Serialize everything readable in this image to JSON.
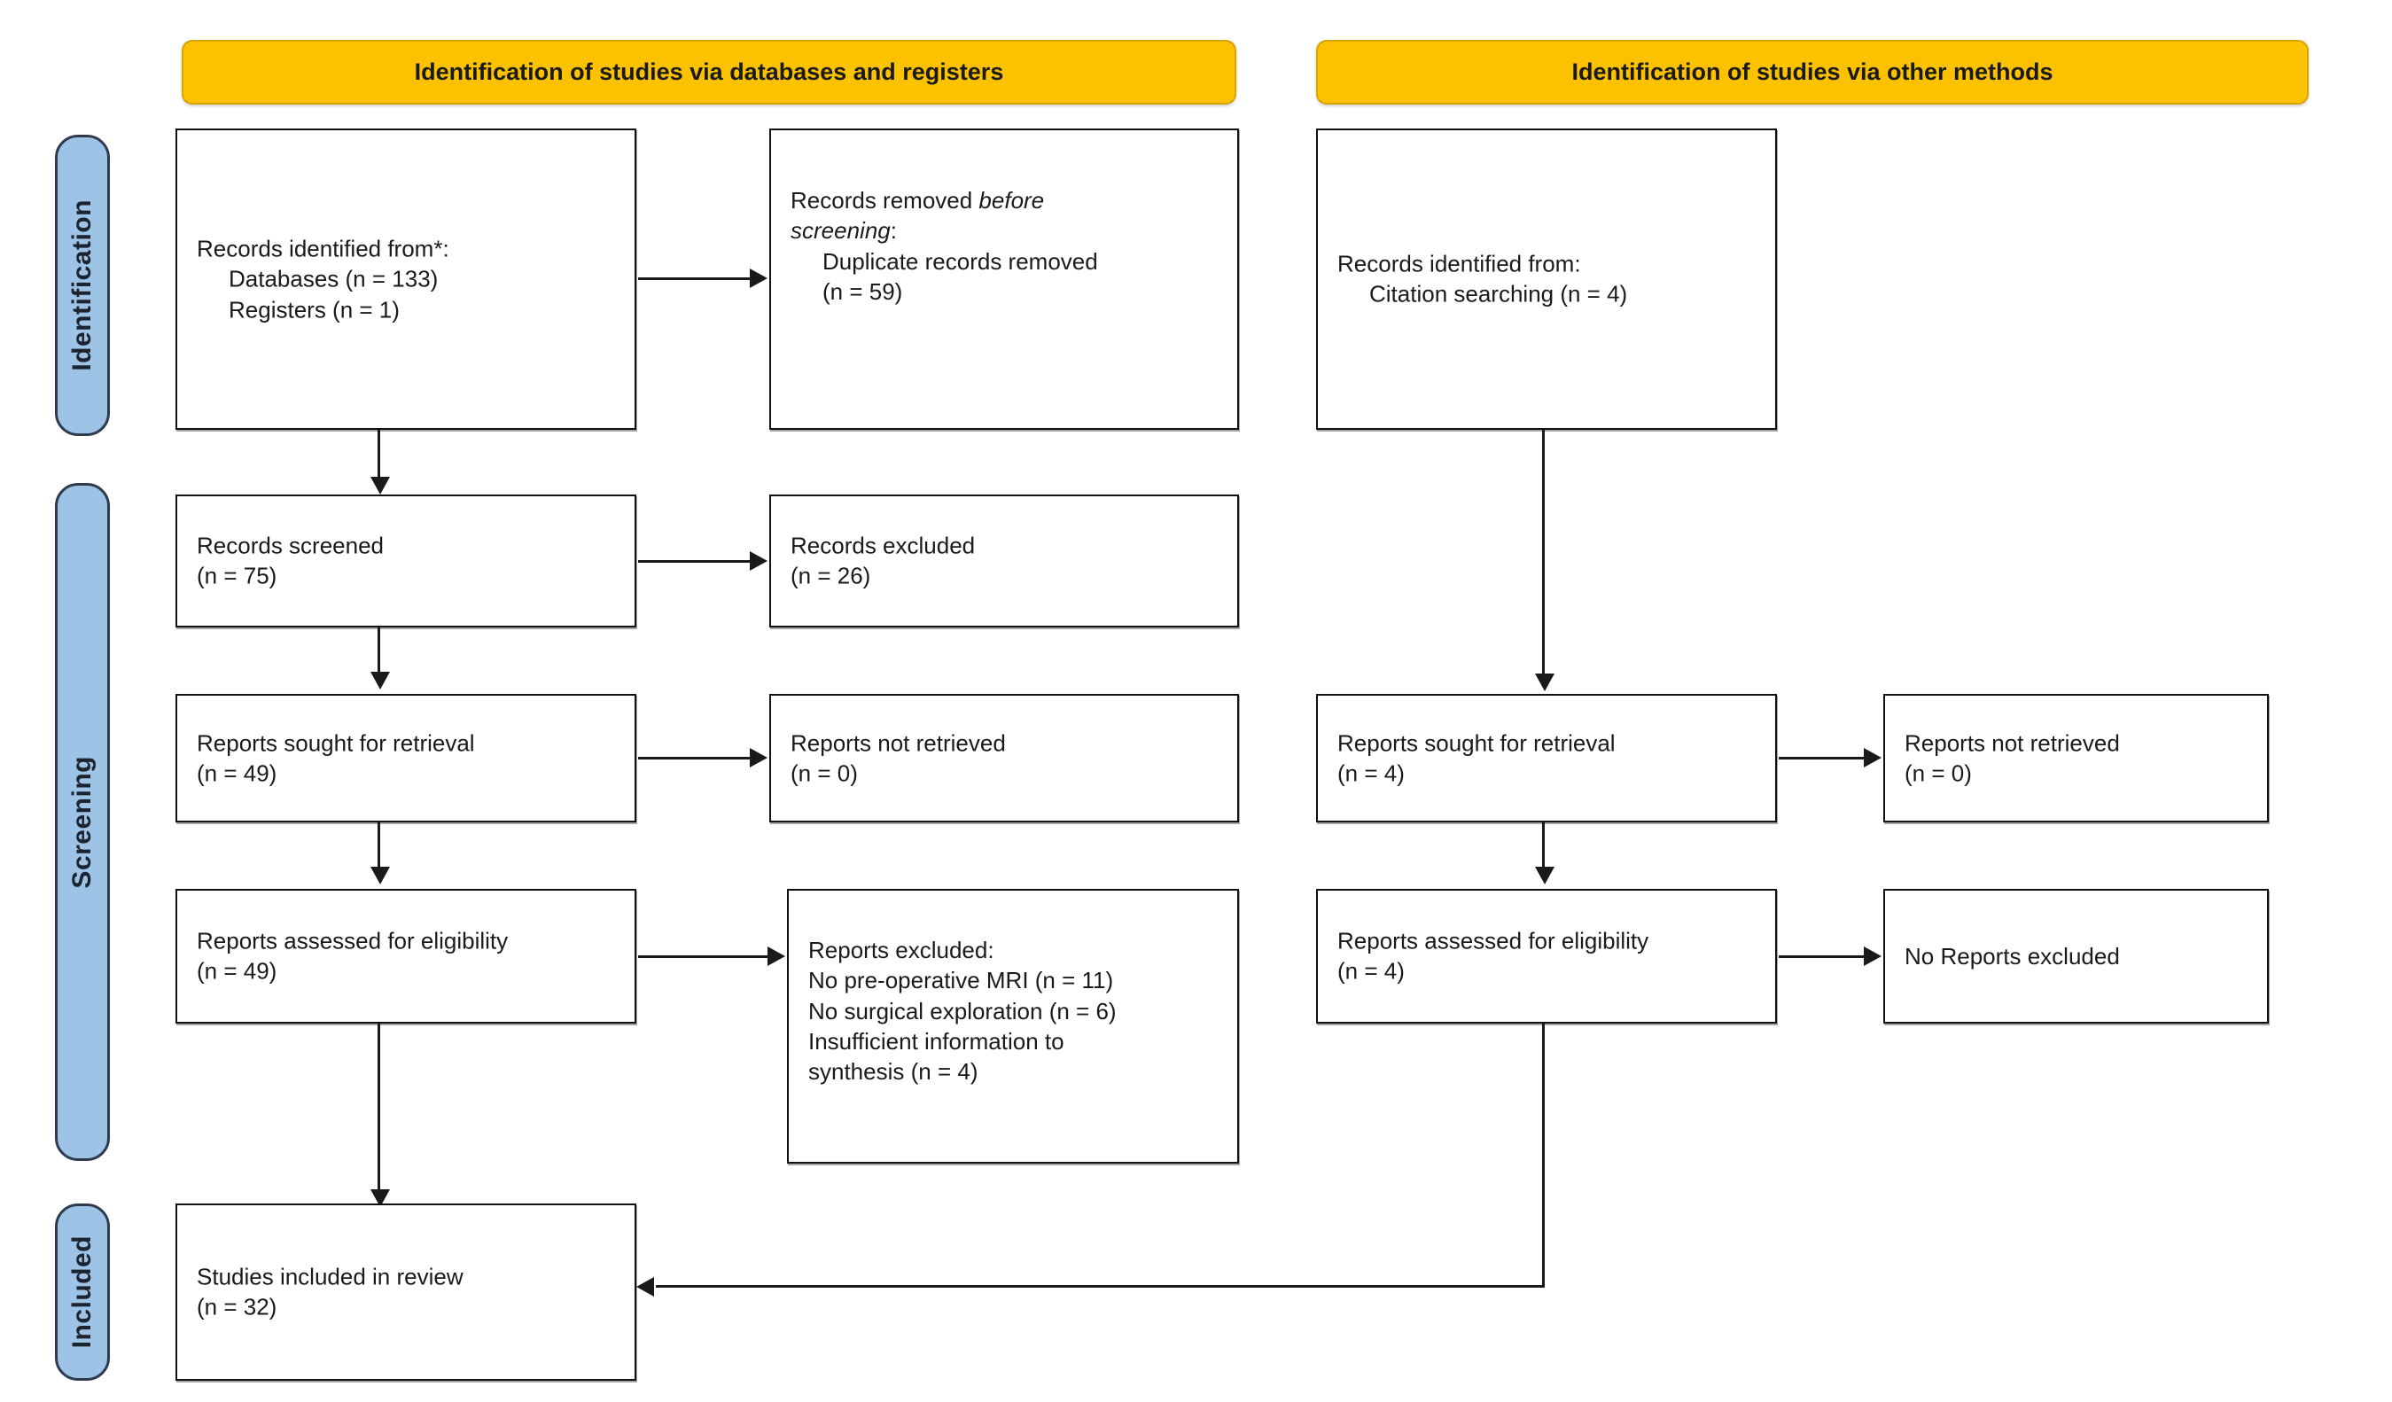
{
  "diagram": {
    "type": "prisma-2020-flow-diagram",
    "stages": [
      {
        "key": "identification",
        "label": "Identification"
      },
      {
        "key": "screening",
        "label": "Screening"
      },
      {
        "key": "included",
        "label": "Included"
      }
    ],
    "headers": [
      {
        "key": "databases",
        "label": "Identification of studies via databases and registers"
      },
      {
        "key": "other",
        "label": "Identification of studies via other methods"
      }
    ],
    "boxes": {
      "records_identified": {
        "line1": "Records identified from*:",
        "line2": "Databases (n = 133)",
        "line3": "Registers (n = 1)"
      },
      "records_removed": {
        "line1_a": "Records removed ",
        "line1_italic": "before",
        "line2_italic": "screening",
        "line2_b": ":",
        "line3": "Duplicate records removed",
        "line4": "(n = 59)"
      },
      "records_screened": {
        "line1": "Records screened",
        "line2": "(n = 75)"
      },
      "records_excluded": {
        "line1": "Records excluded",
        "line2": "(n = 26)"
      },
      "reports_sought": {
        "line1": "Reports sought for retrieval",
        "line2": "(n = 49)"
      },
      "reports_not_retrieved": {
        "line1": "Reports not retrieved",
        "line2": "(n = 0)"
      },
      "reports_assessed": {
        "line1": "Reports assessed for eligibility",
        "line2": "(n = 49)"
      },
      "reports_excluded": {
        "line1": "Reports excluded:",
        "line2": "No pre-operative MRI (n = 11)",
        "line3": "No surgical exploration (n = 6)",
        "line4": "Insufficient information to",
        "line5": "synthesis (n = 4)"
      },
      "studies_included": {
        "line1": "Studies included in review",
        "line2": "(n = 32)"
      },
      "other_records_identified": {
        "line1": "Records identified from:",
        "line2": "Citation searching (n = 4)"
      },
      "other_reports_sought": {
        "line1": "Reports sought for retrieval",
        "line2": "(n = 4)"
      },
      "other_reports_not_retrieved": {
        "line1": "Reports not retrieved",
        "line2": "(n = 0)"
      },
      "other_reports_assessed": {
        "line1": "Reports assessed for eligibility",
        "line2": "(n = 4)"
      },
      "other_no_reports_excluded": {
        "line1": "No Reports excluded"
      }
    },
    "colors": {
      "header_fill": "#fcc200",
      "header_border": "#d9a300",
      "stage_fill": "#9dc3e6",
      "stage_border": "#2f3b4c",
      "box_border": "#111111",
      "text": "#1a1a1a",
      "background": "#ffffff"
    }
  }
}
